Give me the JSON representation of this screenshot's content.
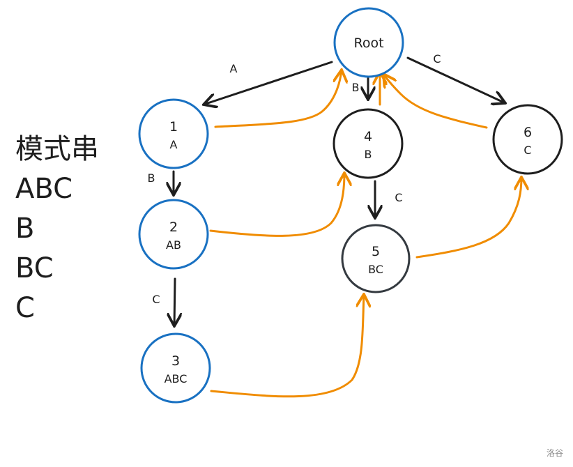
{
  "legend": {
    "title": "模式串",
    "patterns": [
      "ABC",
      "B",
      "BC",
      "C"
    ]
  },
  "watermark": "洛谷",
  "colors": {
    "pattern_node": "#1971c2",
    "plain_node": "#1e1e1e",
    "node5": "#343a40",
    "trie_edge": "#1e1e1e",
    "fail_edge": "#f08c00"
  },
  "nodes": [
    {
      "id": "root",
      "label": "Root",
      "sub": "",
      "kind": "pattern"
    },
    {
      "id": "1",
      "label": "1",
      "sub": "A",
      "kind": "pattern"
    },
    {
      "id": "2",
      "label": "2",
      "sub": "AB",
      "kind": "pattern"
    },
    {
      "id": "3",
      "label": "3",
      "sub": "ABC",
      "kind": "pattern"
    },
    {
      "id": "4",
      "label": "4",
      "sub": "B",
      "kind": "plain"
    },
    {
      "id": "5",
      "label": "5",
      "sub": "BC",
      "kind": "plain"
    },
    {
      "id": "6",
      "label": "6",
      "sub": "C",
      "kind": "plain"
    }
  ],
  "trie_edges": [
    {
      "from": "root",
      "to": "1",
      "label": "A"
    },
    {
      "from": "1",
      "to": "2",
      "label": "B"
    },
    {
      "from": "2",
      "to": "3",
      "label": "C"
    },
    {
      "from": "root",
      "to": "4",
      "label": "B"
    },
    {
      "from": "4",
      "to": "5",
      "label": "C"
    },
    {
      "from": "root",
      "to": "6",
      "label": "C"
    }
  ],
  "fail_edges": [
    {
      "from": "1",
      "to": "root"
    },
    {
      "from": "2",
      "to": "4"
    },
    {
      "from": "3",
      "to": "5"
    },
    {
      "from": "4",
      "to": "root"
    },
    {
      "from": "5",
      "to": "6"
    },
    {
      "from": "6",
      "to": "root"
    }
  ]
}
